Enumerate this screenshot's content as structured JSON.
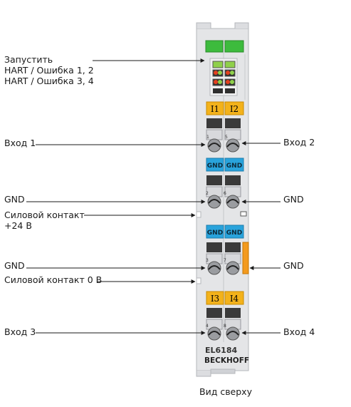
{
  "left_labels": {
    "start": "Запустить",
    "hart12": "HART / Ошибка 1, 2",
    "hart34": "HART / Ошибка 3, 4",
    "in1": "Вход 1",
    "gnd1": "GND",
    "power24_line1": "Силовой контакт",
    "power24_line2": "+24 В",
    "gnd2": "GND",
    "power0": "Силовой контакт 0 В",
    "in3": "Вход 3"
  },
  "right_labels": {
    "in2": "Вход 2",
    "gnd1": "GND",
    "gnd2": "GND",
    "in4": "Вход 4"
  },
  "module": {
    "model": "EL6184",
    "brand": "BECKHOFF",
    "ch_I1": "I1",
    "ch_I2": "I2",
    "ch_I3": "I3",
    "ch_I4": "I4",
    "gnd_a": "GND",
    "gnd_b": "GND",
    "gnd_c": "GND",
    "gnd_d": "GND",
    "pin1": "1",
    "pin5": "5",
    "pin2": "2",
    "pin6": "6",
    "pin3": "3",
    "pin7": "7",
    "pin4": "4",
    "pin8": "8"
  },
  "caption": "Вид сверху",
  "colors": {
    "green_led": "#3dbb3d",
    "yellow_label": "#f3b21b",
    "blue_label": "#29a3dc",
    "orange_contact": "#f39a1e",
    "housing": "#e4e5e7"
  }
}
